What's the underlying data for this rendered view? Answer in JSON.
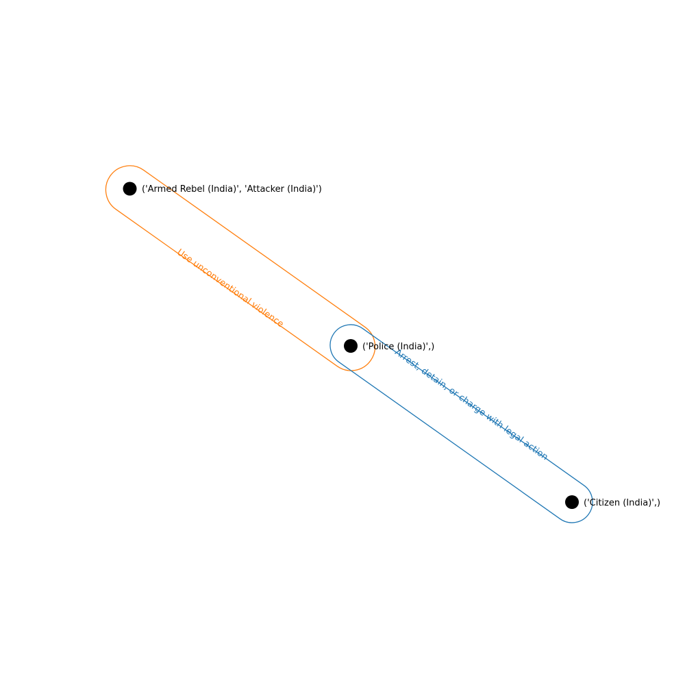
{
  "nodes": [
    {
      "id": "armed-rebel",
      "label": "('Armed Rebel (India)', 'Attacker (India)')"
    },
    {
      "id": "police",
      "label": "('Police (India)',)"
    },
    {
      "id": "citizen",
      "label": "('Citizen (India)',)"
    }
  ],
  "edges": [
    {
      "id": "edge-violence",
      "label": "Use unconventional violence",
      "color": "#ff7f0e"
    },
    {
      "id": "edge-arrest",
      "label": "Arrest, detain, or charge with legal action",
      "color": "#1f77b4"
    }
  ],
  "colors": {
    "node": "#000000",
    "background": "#ffffff"
  }
}
